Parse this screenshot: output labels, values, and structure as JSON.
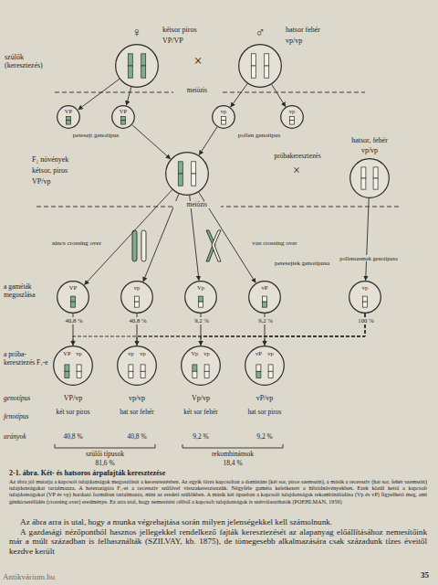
{
  "diagram": {
    "caption": "2-1. ábra. Két- és hatsoros árpafajták keresztezése",
    "nodes": [
      {
        "text": [
          "♀",
          "kétsor piros",
          "VP/VP"
        ]
      },
      {
        "text": [
          "♂",
          "hatsor fehér",
          "vp/vp"
        ]
      },
      {
        "text": [
          "VP"
        ]
      },
      {
        "text": [
          "VP"
        ]
      },
      {
        "text": [
          "vp"
        ]
      },
      {
        "text": [
          "vp"
        ]
      },
      {
        "text": [
          "F₁ növények",
          "kétsor, piros",
          "VP/vp"
        ]
      },
      {
        "text": [
          "hatsor, fehér",
          "vp/vp"
        ]
      },
      {
        "text": [
          "VP"
        ]
      },
      {
        "text": [
          "vp"
        ]
      },
      {
        "text": [
          "Vp"
        ]
      },
      {
        "text": [
          "vP"
        ]
      },
      {
        "text": [
          "vp"
        ]
      },
      {
        "text": [
          "VP",
          "vp"
        ]
      },
      {
        "text": [
          "vp",
          "vp"
        ]
      },
      {
        "text": [
          "Vp",
          "vp"
        ]
      },
      {
        "text": [
          "vP",
          "vp"
        ]
      }
    ],
    "edges": [
      {
        "from": 0,
        "to": 2,
        "arrow": "to"
      },
      {
        "from": 0,
        "to": 3,
        "arrow": "to"
      },
      {
        "from": 1,
        "to": 4,
        "arrow": "to"
      },
      {
        "from": 1,
        "to": 5,
        "arrow": "to"
      },
      {
        "from": 3,
        "to": 6,
        "arrow": "to"
      },
      {
        "from": 4,
        "to": 6,
        "arrow": "to"
      },
      {
        "from": 6,
        "to": 8,
        "arrow": "to"
      },
      {
        "from": 6,
        "to": 9,
        "arrow": "to"
      },
      {
        "from": 6,
        "to": 10,
        "arrow": "to"
      },
      {
        "from": 6,
        "to": 11,
        "arrow": "to"
      },
      {
        "from": 7,
        "to": 12,
        "arrow": "to"
      },
      {
        "from": 8,
        "to": 13,
        "arrow": "to"
      },
      {
        "from": 9,
        "to": 14,
        "arrow": "to"
      },
      {
        "from": 10,
        "to": 15,
        "arrow": "to"
      },
      {
        "from": 11,
        "to": 16,
        "arrow": "to"
      },
      {
        "from": 12,
        "to": 13,
        "arrow": "to"
      },
      {
        "from": 12,
        "to": 14,
        "arrow": "to"
      },
      {
        "from": 12,
        "to": 15,
        "arrow": "to"
      },
      {
        "from": 12,
        "to": 16,
        "arrow": "to"
      }
    ],
    "labels": [
      "szülők (keresztezés)",
      "×",
      "meiózis",
      "petesejt genotípus",
      "pollen genotípus",
      "próbakeresztezés",
      "×",
      "meiózis",
      "nincs crossing over",
      "van crossing over",
      "petesejtek genotípusa",
      "pollenszemek genotípusa",
      "a gaméták megoszlása",
      "40,8 %",
      "40,8 %",
      "9,2 %",
      "9,2 %",
      "100 %",
      "a próba-keresztezés F₁-e",
      "genotípus",
      "VP/vp",
      "vp/vp",
      "Vp/vp",
      "vP/vp",
      "fenotípus",
      "két sor piros",
      "hat sor fehér",
      "két sor fehér",
      "hat sor piros",
      "arányok",
      "40,8 %",
      "40,8 %",
      "9,2 %",
      "9,2 %",
      "szülői típusok",
      "81,6 %",
      "rekombinánsok",
      "18,4 %",
      "Az ábra jól mutatja a kapcsolt tulajdonságok megoszlását a keresztezésben. Az egyik törzs kapcsoltan a domináns (két sor, piros szemszín), a másik a recesszív (hat sor, fehér szemszín) tulajdonságokat tartalmazza. A heterozigóta F₁-et a recesszív szülővel visszakeresztezzük. Négyféle gaméta keletkezett a hibridnövényekben. Ezek közül kettő a kapcsolt tulajdonságokat (VP és vp) hordozó formában tartalmazza, mint az eredeti szülőkben. A másik két típusban a kapcsolt tulajdonságok rekombinálódása (Vp és vP) figyelhető meg, ami génkicserélődés (crossing over) eredménye. Ez arra utal, hogy nemesítési célból a kapcsolt tulajdonságok is szétválaszthatók (POEHLMAN, 1959)",
      "Az ábra arra is utal, hogy a munka végrehajtása során milyen jelenségekkel kell számolnunk.",
      "A gazdasági nézőpontból hasznos jellegekkel rendelkező fajták keresztezését az alapanyag előállításához nemesítőink már a múlt században is felhasználták (SZILVAY, kb. 1875), de tömegesebb alkalmazására csak századunk tízes éveitől kezdve került",
      "35",
      "Antikvárium.hu"
    ]
  }
}
